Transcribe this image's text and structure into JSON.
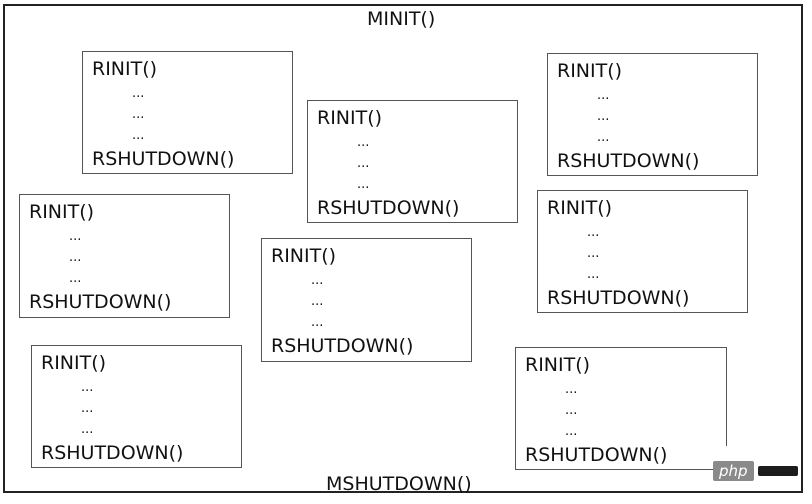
{
  "diagram": {
    "outer_top_label": "MINIT()",
    "outer_bottom_label": "MSHUTDOWN()",
    "box_start_label": "RINIT()",
    "box_ellipsis": "...",
    "box_end_label": "RSHUTDOWN()",
    "box_count": 8
  },
  "watermark": {
    "logo_text": "php"
  },
  "colors": {
    "border": "#222222",
    "box_border": "#555555",
    "text": "#111111"
  }
}
